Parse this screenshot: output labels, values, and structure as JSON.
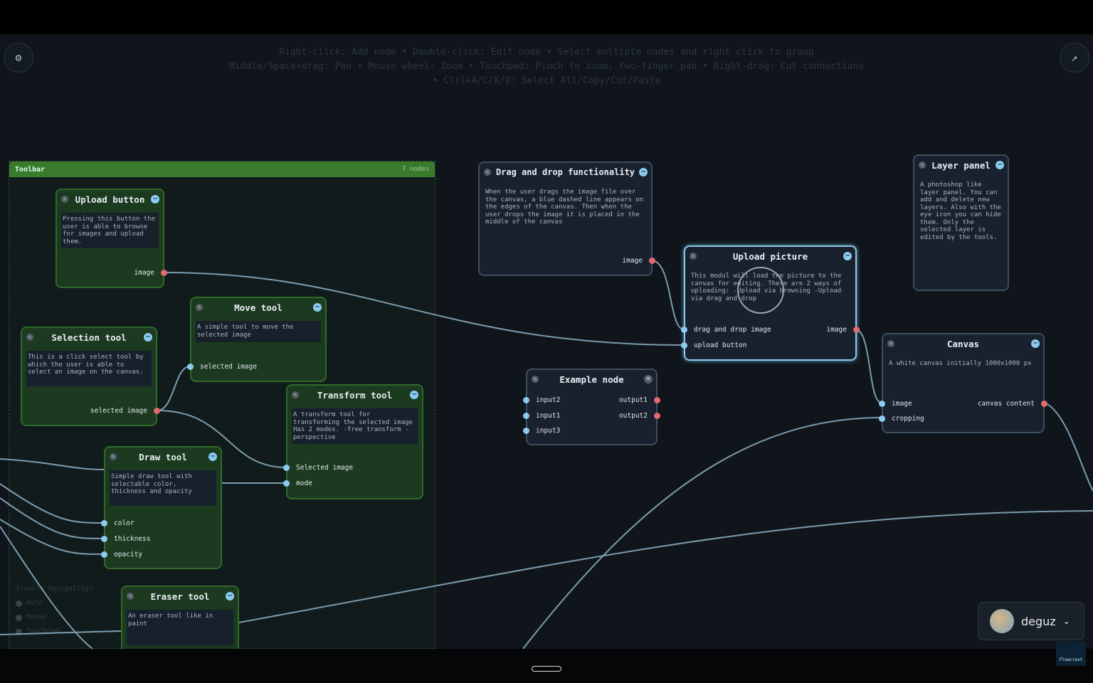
{
  "hints": [
    "Right-click: Add node • Double-click: Edit node • Select multiple nodes and right click to group",
    "Middle/Space+drag: Pan • Mouse wheel: Zoom • Touchpad: Pinch to zoom, two-finger pan • Right-drag: Cut connections",
    "• Ctrl+A/C/X/V: Select All/Copy/Cut/Paste"
  ],
  "settings_icon": "gear-icon",
  "expand_icon": "arrow-up-right-icon",
  "group": {
    "title": "Toolbar",
    "count": "7 nodes",
    "color": "#3a7a2c"
  },
  "nodes": {
    "upload_button": {
      "title": "Upload button",
      "desc": "Pressing this button the user is able to browse for images and upload them.",
      "outputs": [
        "image"
      ]
    },
    "move_tool": {
      "title": "Move tool",
      "desc": "A simple tool to move the selected image",
      "inputs": [
        "selected image"
      ]
    },
    "selection_tool": {
      "title": "Selection tool",
      "desc": "This is a click select tool by which the user is able to select an image on the canvas.",
      "outputs": [
        "selected image"
      ]
    },
    "transform_tool": {
      "title": "Transform tool",
      "desc": "A transform tool for transforming the selected image Has 2 modes. -free transform -perspective",
      "inputs": [
        "Selected image",
        "mode"
      ]
    },
    "draw_tool": {
      "title": "Draw tool",
      "desc": "Simple draw tool with selectable color, thickness and opacity",
      "inputs": [
        "color",
        "thickness",
        "opacity"
      ]
    },
    "eraser_tool": {
      "title": "Eraser tool",
      "desc": "An eraser tool like in paint"
    },
    "drag_drop": {
      "title": "Drag and drop functionality",
      "desc": "When the user drags the image file over the canvas, a blue dashed line appears on the edges of the canvas. Then when the user drops the image it is placed in the middle of the canvas",
      "outputs": [
        "image"
      ]
    },
    "upload_picture": {
      "title": "Upload picture",
      "desc": "This modul will load the picture to the canvas for editing. There are 2 ways of uploading: -Upload via browsing -Upload via drag and drop",
      "inputs": [
        "drag and drop image",
        "upload button"
      ],
      "outputs": [
        "image"
      ]
    },
    "layer_panel": {
      "title": "Layer panel",
      "desc": "A photoshop like layer panel. You can add and delete new layers. Also with the eye icon you can hide them. Only the selected layer is edited by the tools."
    },
    "example": {
      "title": "Example node",
      "inputs": [
        "input2",
        "input1",
        "input3"
      ],
      "outputs": [
        "output1",
        "output2"
      ]
    },
    "canvas": {
      "title": "Canvas",
      "desc": "A white canvas initially 1000x1000 px",
      "inputs": [
        "image",
        "cropping"
      ],
      "outputs": [
        "canvas content"
      ]
    }
  },
  "trouble": {
    "title": "Trouble Navigating?",
    "options": [
      "Auto",
      "Mouse",
      "Touchpad"
    ]
  },
  "user": {
    "name": "deguz"
  },
  "logo": "Flowcrest"
}
